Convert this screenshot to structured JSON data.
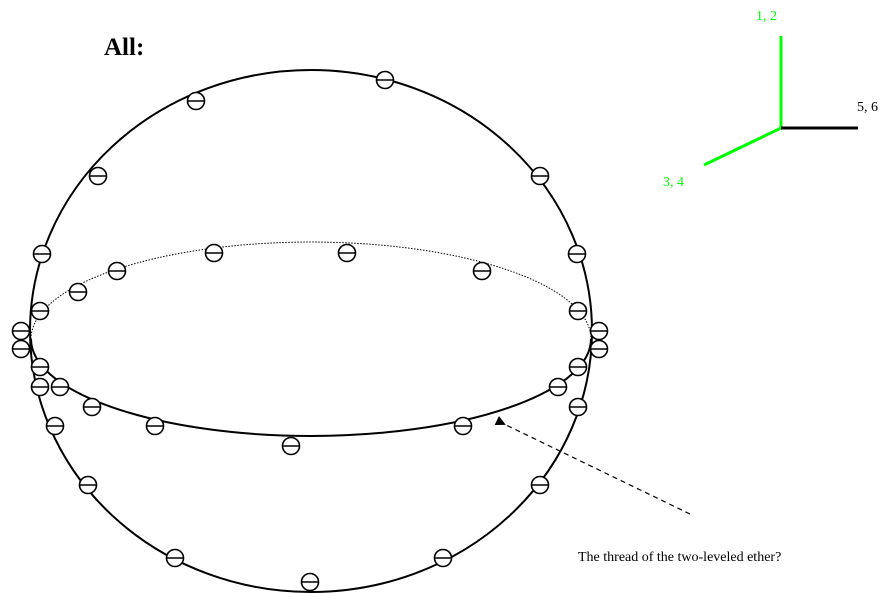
{
  "title": "All:",
  "axes": {
    "vertical_label": "1, 2",
    "horizontal_label": "5, 6",
    "diagonal_label": "3, 4",
    "colors": {
      "vertical": "#00ff00",
      "diagonal": "#00ff00",
      "horizontal": "#000000"
    }
  },
  "annotation": {
    "text": "The thread of the two-leveled ether?"
  },
  "colors": {
    "stroke": "#000000",
    "accent": "#00ff00"
  }
}
